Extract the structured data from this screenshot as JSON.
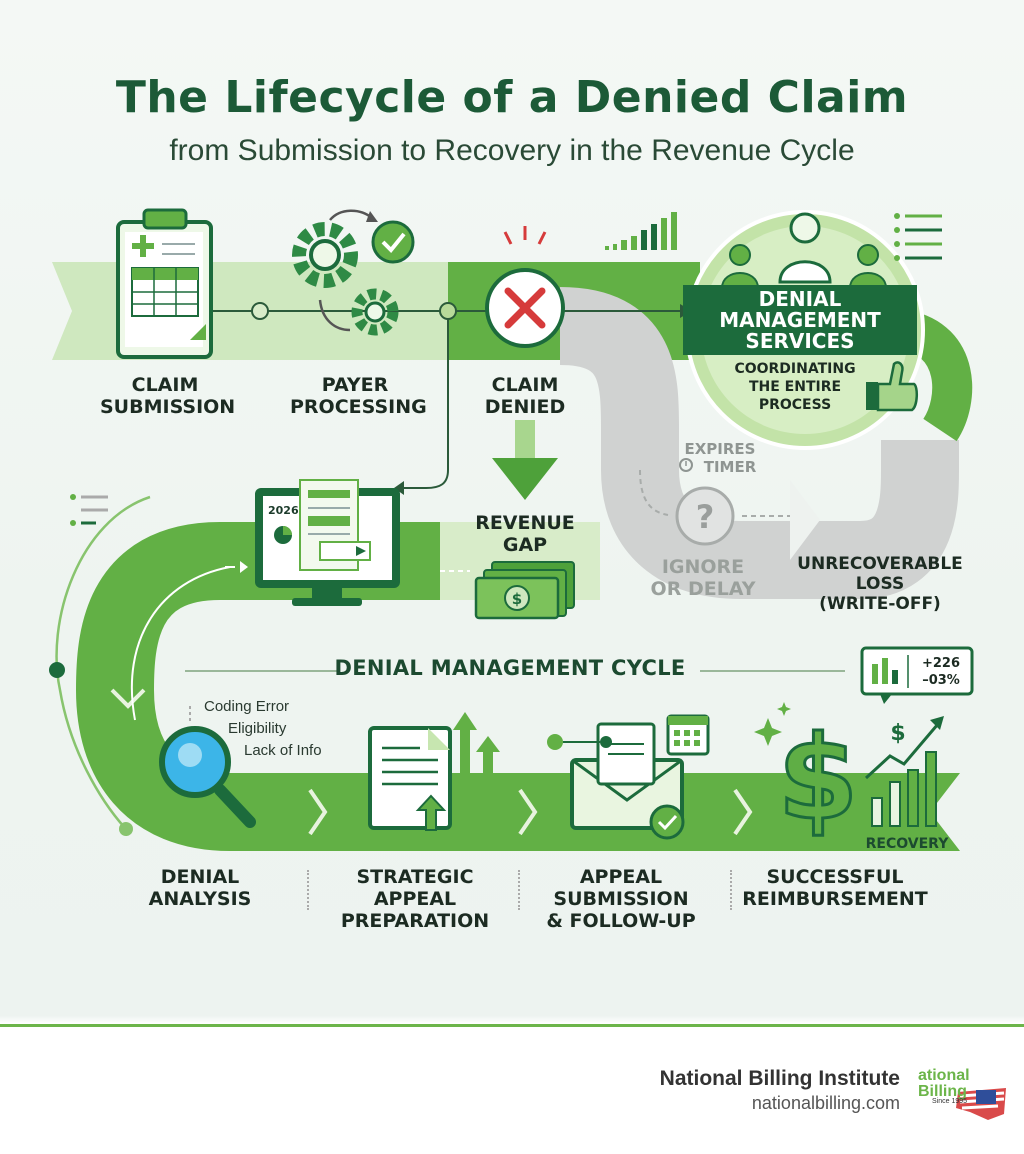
{
  "header": {
    "title": "The Lifecycle of a Denied Claim",
    "subtitle": "from Submission to Recovery in the Revenue Cycle"
  },
  "steps": {
    "claim_submission": "CLAIM\nSUBMISSION",
    "payer_processing": "PAYER\nPROCESSING",
    "claim_denied": "CLAIM\nDENIED",
    "revenue_gap": "REVENUE\nGAP",
    "ignore_delay": "IGNORE\nOR DELAY",
    "unrecoverable": "UNRECOVERABLE\nLOSS\n(WRITE-OFF)",
    "expires": "EXPIRES",
    "timer": "TIMER"
  },
  "denial_services": {
    "title_line1": "DENIAL",
    "title_line2": "MANAGEMENT",
    "title_line3": "SERVICES",
    "desc": "COORDINATING\nTHE ENTIRE\nPROCESS"
  },
  "monitor": {
    "year": "2026"
  },
  "cycle": {
    "title": "DENIAL MANAGEMENT CYCLE",
    "reasons": [
      "Coding Error",
      "Eligibility",
      "Lack of Info"
    ],
    "steps": [
      "DENIAL\nANALYSIS",
      "STRATEGIC\nAPPEAL\nPREPARATION",
      "APPEAL\nSUBMISSION\n& FOLLOW-UP",
      "SUCCESSFUL\nREIMBURSEMENT"
    ],
    "recovery_label": "RECOVERY",
    "stat_up": "+226",
    "stat_down": "–03%"
  },
  "footer": {
    "brand": "National Billing Institute",
    "url": "nationalbilling.com",
    "logo_text": "ational\nBilling",
    "logo_since": "Since 1995"
  },
  "colors": {
    "primary_green": "#5fae45",
    "dark_green": "#1c6b3c",
    "light_green": "#cfe8bf",
    "deny_red": "#d63b3b",
    "gray_path": "#c7cac8"
  }
}
